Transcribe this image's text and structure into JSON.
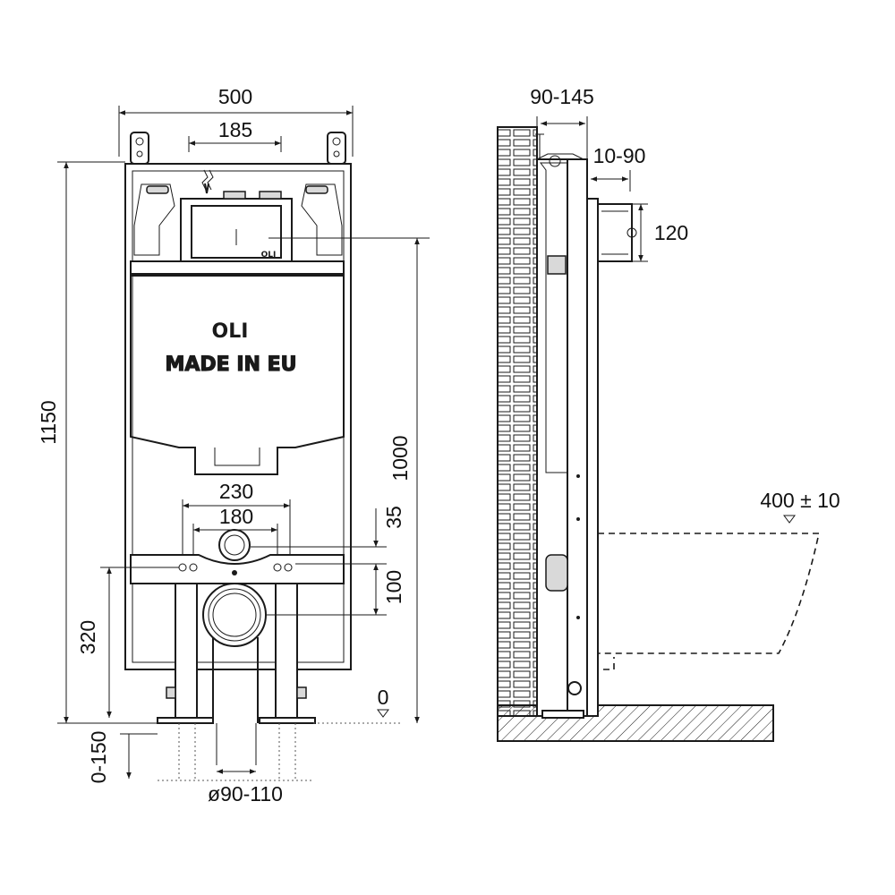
{
  "front_view": {
    "dims": {
      "overall_width": "500",
      "bracket_spacing": "185",
      "overall_height": "1150",
      "frame_height": "1000",
      "inlet_spacing_outer": "230",
      "inlet_spacing_inner": "180",
      "inlet_offset": "35",
      "outlet_offset": "100",
      "outlet_height": "320",
      "floor_zero": "0",
      "foot_adjust": "0-150",
      "drain_diameter": "ø90-110"
    },
    "cistern_brand": "OLI",
    "cistern_label": "MADE IN EU",
    "button_brand": "OLI"
  },
  "side_view": {
    "dims": {
      "wall_gap": "90-145",
      "frame_depth": "10-90",
      "flush_box": "120",
      "bowl_height": "400 ± 10"
    }
  }
}
